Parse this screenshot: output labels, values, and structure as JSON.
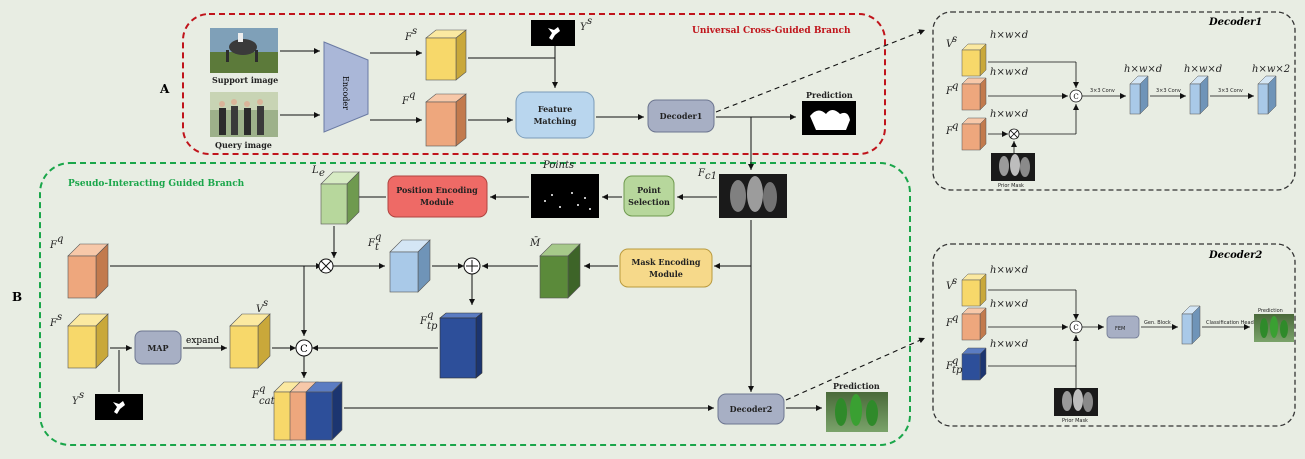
{
  "labels": {
    "A": "A",
    "B": "B",
    "ucg_branch": "Universal Cross-Guided Branch",
    "pig_branch": "Pseudo-Interacting Guided Branch",
    "decoder1_title": "Decoder1",
    "decoder2_title": "Decoder2"
  },
  "images": {
    "support": "Support image",
    "query": "Query image",
    "prediction1": "Prediction",
    "prediction2": "Prediction",
    "points": "Points",
    "prior_mask1": "Prior Mask",
    "prior_mask2": "Prior Mask",
    "prediction3": "Prediction"
  },
  "modules": {
    "encoder": "Encoder",
    "feature_matching_1": "Feature",
    "feature_matching_2": "Matching",
    "decoder1": "Decoder1",
    "decoder2": "Decoder2",
    "point_selection_1": "Point",
    "point_selection_2": "Selection",
    "pos_enc_1": "Position Encoding",
    "pos_enc_2": "Module",
    "mask_enc_1": "Mask Encoding",
    "mask_enc_2": "Module",
    "map": "MAP",
    "fem": "FEM"
  },
  "symbols": {
    "Fs": "F",
    "Fs_sup": "s",
    "Fq": "F",
    "Fq_sup": "q",
    "Ys": "Y",
    "Ys_sup": "s",
    "Le": "L",
    "Le_sub": "e",
    "Fc1": "F",
    "Fc1_sub": "c1",
    "Ftq": "F",
    "Ftq_sup": "q",
    "Ftq_sub": "t",
    "Mbar": "M̄",
    "Ftpq": "F",
    "Ftpq_sup": "q",
    "Ftpq_sub": "tp",
    "Vs": "V",
    "Vs_sup": "s",
    "Fcatq": "F",
    "Fcatq_sup": "q",
    "Fcatq_sub": "cat",
    "expand": "expand"
  },
  "decoder1_panel": {
    "dim1": "h×w×d",
    "dim2": "h×w×d",
    "dim3": "h×w×d",
    "dim4": "h×w×d",
    "dim5": "h×w×d",
    "dim6": "h×w×2",
    "conv1": "3×3 Conv",
    "conv2": "3×3 Conv",
    "conv3": "3×3 Conv"
  },
  "decoder2_panel": {
    "dim1": "h×w×d",
    "dim2": "h×w×d",
    "dim3": "h×w×d",
    "gen_block": "Gen. Block",
    "cls_head": "Classification Head"
  },
  "colors": {
    "yellow": "#f7d86a",
    "orange": "#eea77d",
    "blue": "#a9c9e8",
    "green_light": "#b7d79c",
    "green_dark": "#5b8a3a",
    "navy": "#2d4f9a",
    "red_branch": "#c0141b",
    "green_branch": "#1aa64a",
    "module_gray": "#a7afc4",
    "pos_enc": "#ee6a66",
    "mask_enc": "#f6d98a",
    "encoder": "#aab7d8",
    "feat_match": "#b9d6ee"
  }
}
